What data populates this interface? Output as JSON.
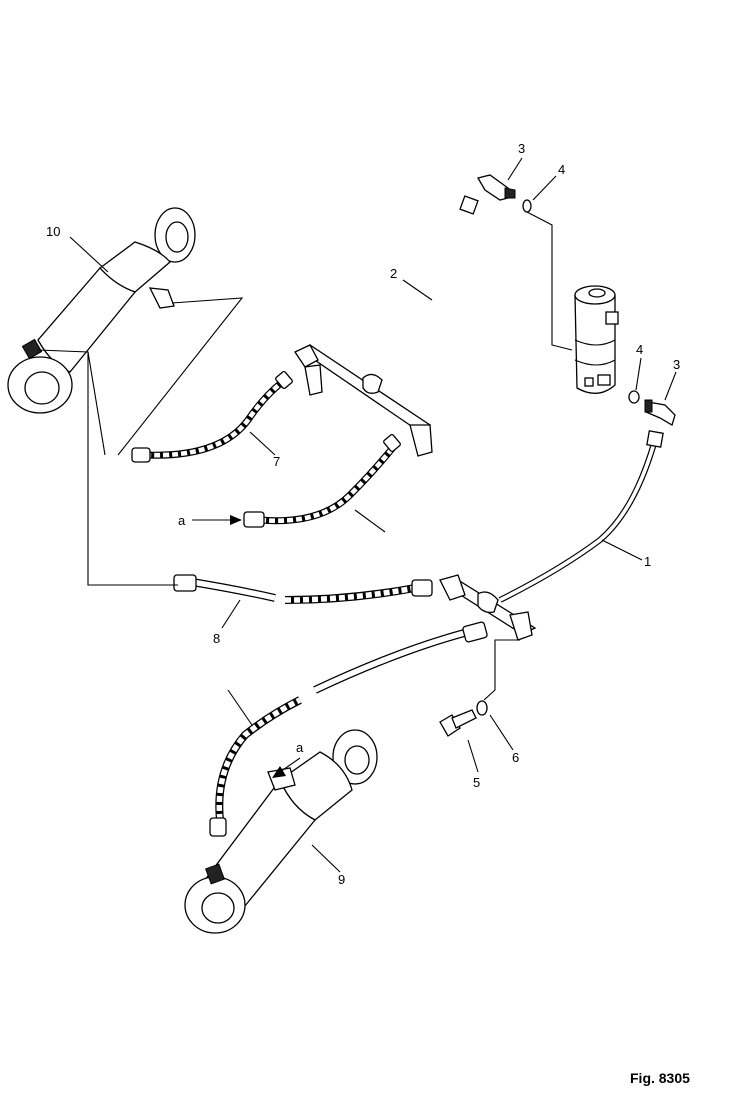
{
  "figure_label": "Fig. 8305",
  "callouts": {
    "c1": "1",
    "c2": "2",
    "c3a": "3",
    "c3b": "3",
    "c4a": "4",
    "c4b": "4",
    "c5": "5",
    "c6": "6",
    "c7": "7",
    "c8": "8",
    "c9": "9",
    "c10": "10",
    "arrow_a1": "a",
    "arrow_a2": "a"
  }
}
